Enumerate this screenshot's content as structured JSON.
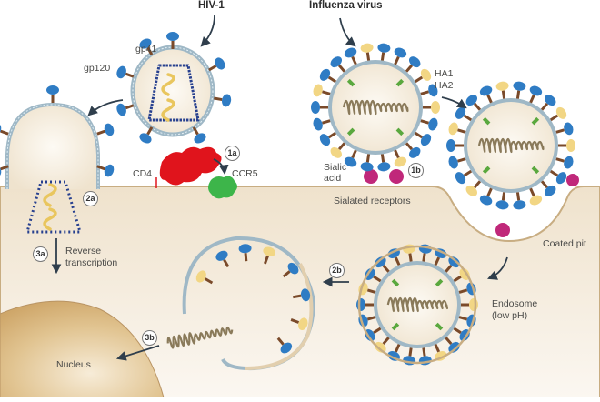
{
  "title_hiv": "HIV-1",
  "title_influenza": "Influenza virus",
  "labels": {
    "gp41": "gp41",
    "gp120": "gp120",
    "cd4": "CD4",
    "ccr5": "CCR5",
    "ha1": "HA1",
    "ha2": "HA2",
    "sialic_acid_line1": "Sialic",
    "sialic_acid_line2": "acid",
    "sialated_receptors": "Sialated receptors",
    "coated_pit": "Coated pit",
    "endosome_line1": "Endosome",
    "endosome_line2": "(low pH)",
    "reverse_line1": "Reverse",
    "reverse_line2": "transcription",
    "nucleus": "Nucleus"
  },
  "steps": {
    "s1a": "1a",
    "s1b": "1b",
    "s2a": "2a",
    "s2b": "2b",
    "s3a": "3a",
    "s3b": "3b"
  },
  "colors": {
    "cell_fill": "#efe3cf",
    "cell_edge": "#c8ad82",
    "nucleus": "#d8b67e",
    "virion_fill": "#f7f0e4",
    "membrane": "#9fb8c6",
    "spike_blue": "#2f7cc4",
    "stalk_brown": "#7a4a2a",
    "ha_yellow": "#f2d684",
    "ha2_green": "#5aa83e",
    "capsid_dots": "#27408f",
    "rna_yellow": "#e9c65e",
    "cd4_red": "#e0141c",
    "ccr5_green": "#3db54a",
    "sialic_magenta": "#c0287a",
    "arrow": "#2f3e4c"
  }
}
